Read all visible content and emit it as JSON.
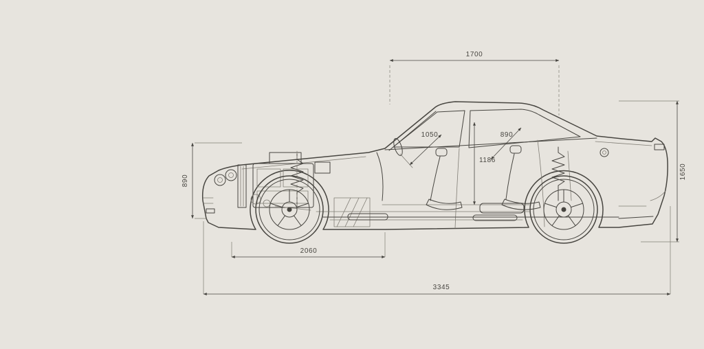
{
  "meta": {
    "title": "Sedan cutaway technical drawing with dimensions"
  },
  "palette": {
    "background": "#e7e4de",
    "ink": "#474540",
    "ink_light": "#807d75"
  },
  "dimensions": {
    "roof_span": "1700",
    "front_height": "890",
    "overall_height": "1650",
    "cabin_diagonal_front": "1050",
    "cabin_height": "1186",
    "cabin_diagonal_rear": "890",
    "front_section_length": "2060",
    "overall_length": "3345"
  }
}
